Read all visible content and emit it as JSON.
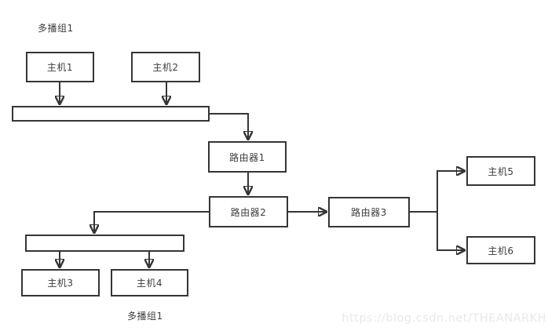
{
  "diagram": {
    "group_label_top": "多播组1",
    "group_label_bottom": "多播组1",
    "nodes": {
      "host1": "主机1",
      "host2": "主机2",
      "host3": "主机3",
      "host4": "主机4",
      "host5": "主机5",
      "host6": "主机6",
      "router1": "路由器1",
      "router2": "路由器2",
      "router3": "路由器3"
    },
    "watermark": "https://blog.csdn.net/THEANARKH",
    "colors": {
      "line": "#353535",
      "box_border": "#353535",
      "box_fill": "#ffffff",
      "text": "#3d3d3d",
      "watermark": "#e8e8e8",
      "background": "#ffffff"
    }
  }
}
